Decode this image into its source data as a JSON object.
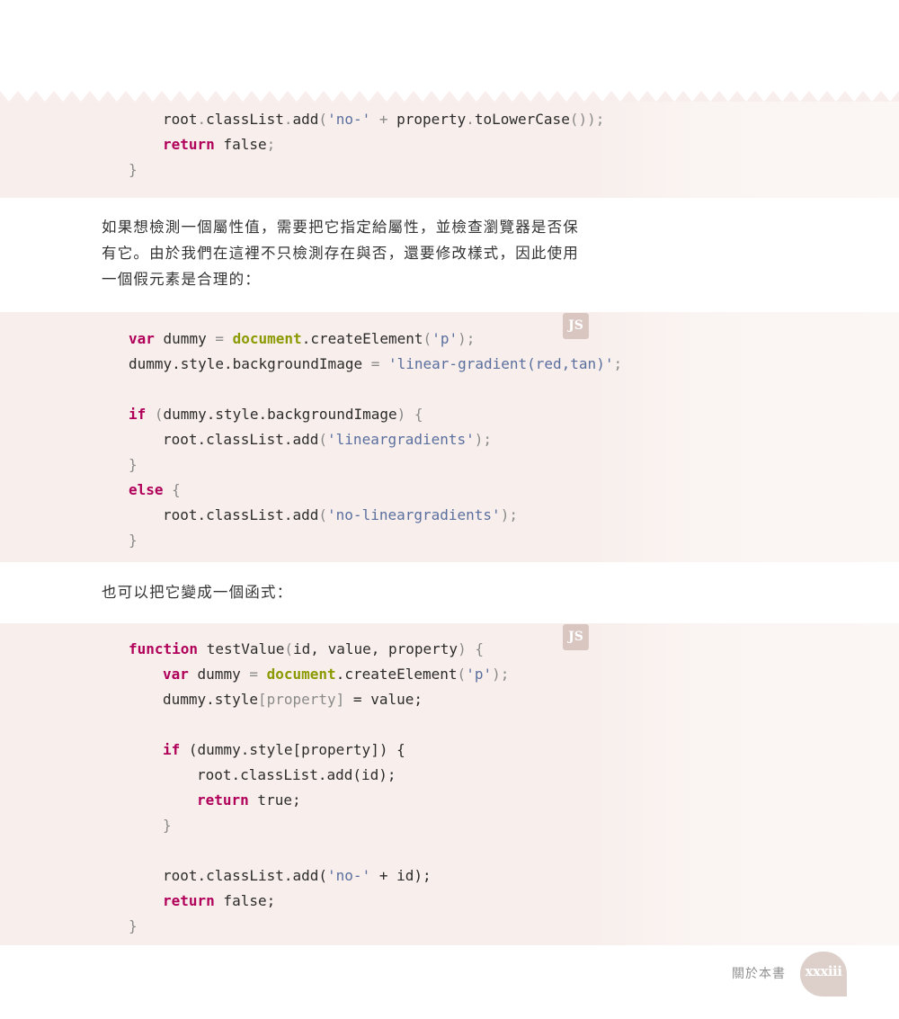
{
  "code_block_1": {
    "lines": [
      [
        "        root.classList.add('no-' + property.toLowerCase());"
      ],
      [
        "        return false;"
      ],
      [
        "    }"
      ]
    ]
  },
  "paragraph_1": {
    "lines": [
      "如果想檢測一個屬性值，需要把它指定給屬性，並檢查瀏覽器是否保",
      "有它。由於我們在這裡不只檢測存在與否，還要修改樣式，因此使用",
      "一個假元素是合理的："
    ]
  },
  "code_block_2": {
    "badge": "JS",
    "tokens": {
      "var": "var",
      "dummy_assign": " dummy ",
      "eq": "=",
      "document": "document",
      "create": ".createElement",
      "lp": "(",
      "p_str": "'p'",
      "rp_semi": ");",
      "l2_a": "dummy.style.backgroundImage ",
      "l2_str": "'linear-gradient(red,tan)'",
      "l2_semi": ";",
      "if": "if",
      "if_open": " (",
      "if_cond": "dummy.style.backgroundImage",
      "if_close": ") {",
      "add1": "root.classList.add",
      "lg_str": "'lineargradients'",
      "close_brace": "}",
      "else": "else",
      "else_brace": " {",
      "no_lg_str": "'no-lineargradients'"
    }
  },
  "paragraph_2": {
    "text": "也可以把它變成一個函式："
  },
  "code_block_3": {
    "badge": "JS",
    "tokens": {
      "function": "function",
      "sig": " testValue",
      "sig_lp": "(",
      "sig_args": "id, value, property",
      "sig_rp": ") {",
      "var": "var",
      "dummy_assign": " dummy ",
      "eq": "=",
      "document": "document",
      "create": ".createElement",
      "p_str": "'p'",
      "l3_a": "dummy.style",
      "l3_b": "[property]",
      "l3_c": " = value;",
      "if": "if",
      "if_cond": " (dummy.style[property]) {",
      "add_id": "root.classList.add(id);",
      "return": "return",
      "true": " true;",
      "close_brace": "}",
      "add_no": "root.classList.add(",
      "no_str": "'no-'",
      "plus_id": " + id);",
      "false": " false;"
    }
  },
  "footer": {
    "label": "關於本書",
    "page_number": "xxxiii"
  }
}
